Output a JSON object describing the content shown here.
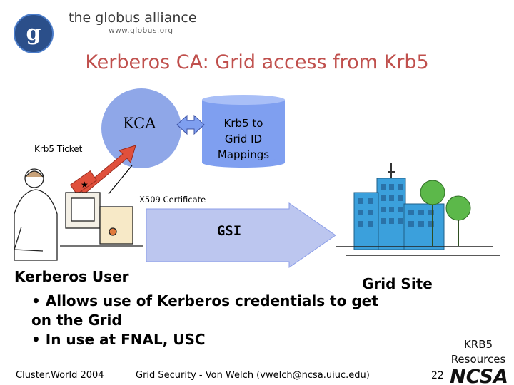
{
  "header": {
    "logo_name": "the globus alliance",
    "logo_url": "www.globus.org"
  },
  "title": "Kerberos CA: Grid access from Krb5",
  "diagram": {
    "kca": "KCA",
    "mapping_db": [
      "Krb5 to",
      "Grid ID",
      "Mappings"
    ],
    "krb5_ticket": "Krb5 Ticket",
    "x509": "X509 Certificate",
    "gsi": "GSI",
    "user": "Kerberos User",
    "site": "Grid Site"
  },
  "bullets": [
    "• Allows use of Kerberos credentials to get",
    "on the Grid",
    "• In use at FNAL, USC"
  ],
  "krb5_resources": [
    "KRB5",
    "Resources"
  ],
  "footer": {
    "left": "Cluster.World 2004",
    "middle": "Grid Security - Von Welch (vwelch@ncsa.uiuc.edu)",
    "page": "22",
    "logo": "NCSA"
  },
  "colors": {
    "title": "#c0504d",
    "kca_circle": "#8fa7e8",
    "database": "#7f9ff0",
    "arrow": "#8c9ee8",
    "ticket_arrow": "#e0503c",
    "building": "#3ba0dc",
    "trees": "#5cb84a"
  }
}
